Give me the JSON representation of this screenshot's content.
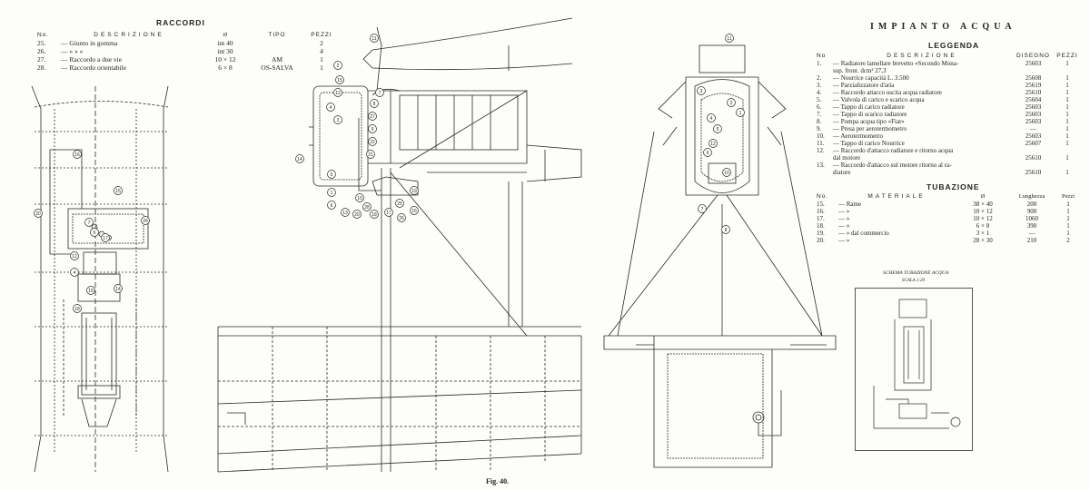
{
  "raccordi": {
    "title": "RACCORDI",
    "headers": [
      "No.",
      "DESCRIZIONE",
      "Ø",
      "TIPO",
      "PEZZI"
    ],
    "rows": [
      [
        "25.",
        "— Giunto in gomma",
        "int 40",
        "",
        "2"
      ],
      [
        "26.",
        "— » » »",
        "int 30",
        "",
        "4"
      ],
      [
        "27.",
        "— Raccordo a due vie",
        "10 × 12",
        "AM",
        "1"
      ],
      [
        "28.",
        "— Raccordo orientabile",
        "6 × 8",
        "OS-SALVA",
        "1"
      ]
    ]
  },
  "impianto": {
    "title": "IMPIANTO ACQUA",
    "legenda_title": "LEGGENDA",
    "legenda_headers": [
      "No",
      "DESCRIZIONE",
      "DISEGNO",
      "PEZZI"
    ],
    "legenda_rows": [
      [
        "1.",
        "— Radiatore lamellare brevetto «Secondo Mona-",
        "25603",
        "1"
      ],
      [
        "",
        "sup. front. dcm² 27,3",
        "",
        ""
      ],
      [
        "2.",
        "— Nourrice capacità L. 3.500",
        "25608",
        "1"
      ],
      [
        "3.",
        "— Parzializzatore d'aria",
        "25619",
        "1"
      ],
      [
        "4.",
        "— Raccordo attacco uscita acqua radiatore",
        "25610",
        "1"
      ],
      [
        "5.",
        "— Valvola di carico e scarico acqua",
        "25604",
        "1"
      ],
      [
        "6.",
        "— Tappo di carico radiatore",
        "25603",
        "1"
      ],
      [
        "7.",
        "— Tappo di scarico radiatore",
        "25603",
        "1"
      ],
      [
        "8.",
        "— Pompa acqua tipo «Fiat»",
        "25603",
        "1"
      ],
      [
        "9.",
        "— Presa per aerotermometro",
        "—",
        "1"
      ],
      [
        "10.",
        "— Aerotermometro",
        "25603",
        "1"
      ],
      [
        "11.",
        "— Tappo di carico Nourrice",
        "25607",
        "1"
      ],
      [
        "12.",
        "— Raccordo d'attacco radiatore e ritorno acqua",
        "",
        ""
      ],
      [
        "",
        "dal motore",
        "25610",
        "1"
      ],
      [
        "13.",
        "— Raccordo d'attacco sul motore ritorno al ra-",
        "",
        ""
      ],
      [
        "",
        "diatore",
        "25610",
        "1"
      ]
    ],
    "tubazione_title": "TUBAZIONE",
    "tubazione_headers": [
      "No.",
      "MATERIALE",
      "Ø",
      "Lunghezza",
      "Pezzi"
    ],
    "tubazione_rows": [
      [
        "15.",
        "— Rame",
        "38 × 40",
        "200",
        "1"
      ],
      [
        "16.",
        "— »",
        "10 × 12",
        "900",
        "1"
      ],
      [
        "17.",
        "— »",
        "10 × 12",
        "1060",
        "1"
      ],
      [
        "18.",
        "— »",
        "6 × 8",
        "390",
        "1"
      ],
      [
        "19.",
        "— » dal commercio",
        "3 × 1",
        "—",
        "1"
      ],
      [
        "20.",
        "— »",
        "28 × 30",
        "210",
        "2"
      ]
    ],
    "schema_title": "SCHEMA TUBAZIONE ACQUA",
    "schema_subtitle": "SCALA 1:20"
  },
  "figure_caption": "Fig. 40.",
  "callouts": {
    "top_view": [
      "16",
      "15",
      "20",
      "7",
      "26",
      "6",
      "17",
      "12",
      "4",
      "19",
      "18",
      "14"
    ],
    "side_view": [
      "11",
      "2",
      "15",
      "12",
      "4",
      "3",
      "7",
      "8",
      "27",
      "9",
      "22",
      "21",
      "14",
      "5",
      "1",
      "6",
      "13",
      "20",
      "18",
      "17",
      "25",
      "16",
      "26",
      "19",
      "10",
      "28"
    ],
    "front_view": [
      "11",
      "3",
      "2",
      "1",
      "4",
      "5",
      "12",
      "6",
      "10",
      "7",
      "8"
    ]
  },
  "colors": {
    "ink": "#2a2a2a",
    "paper": "#fdfdfb"
  }
}
